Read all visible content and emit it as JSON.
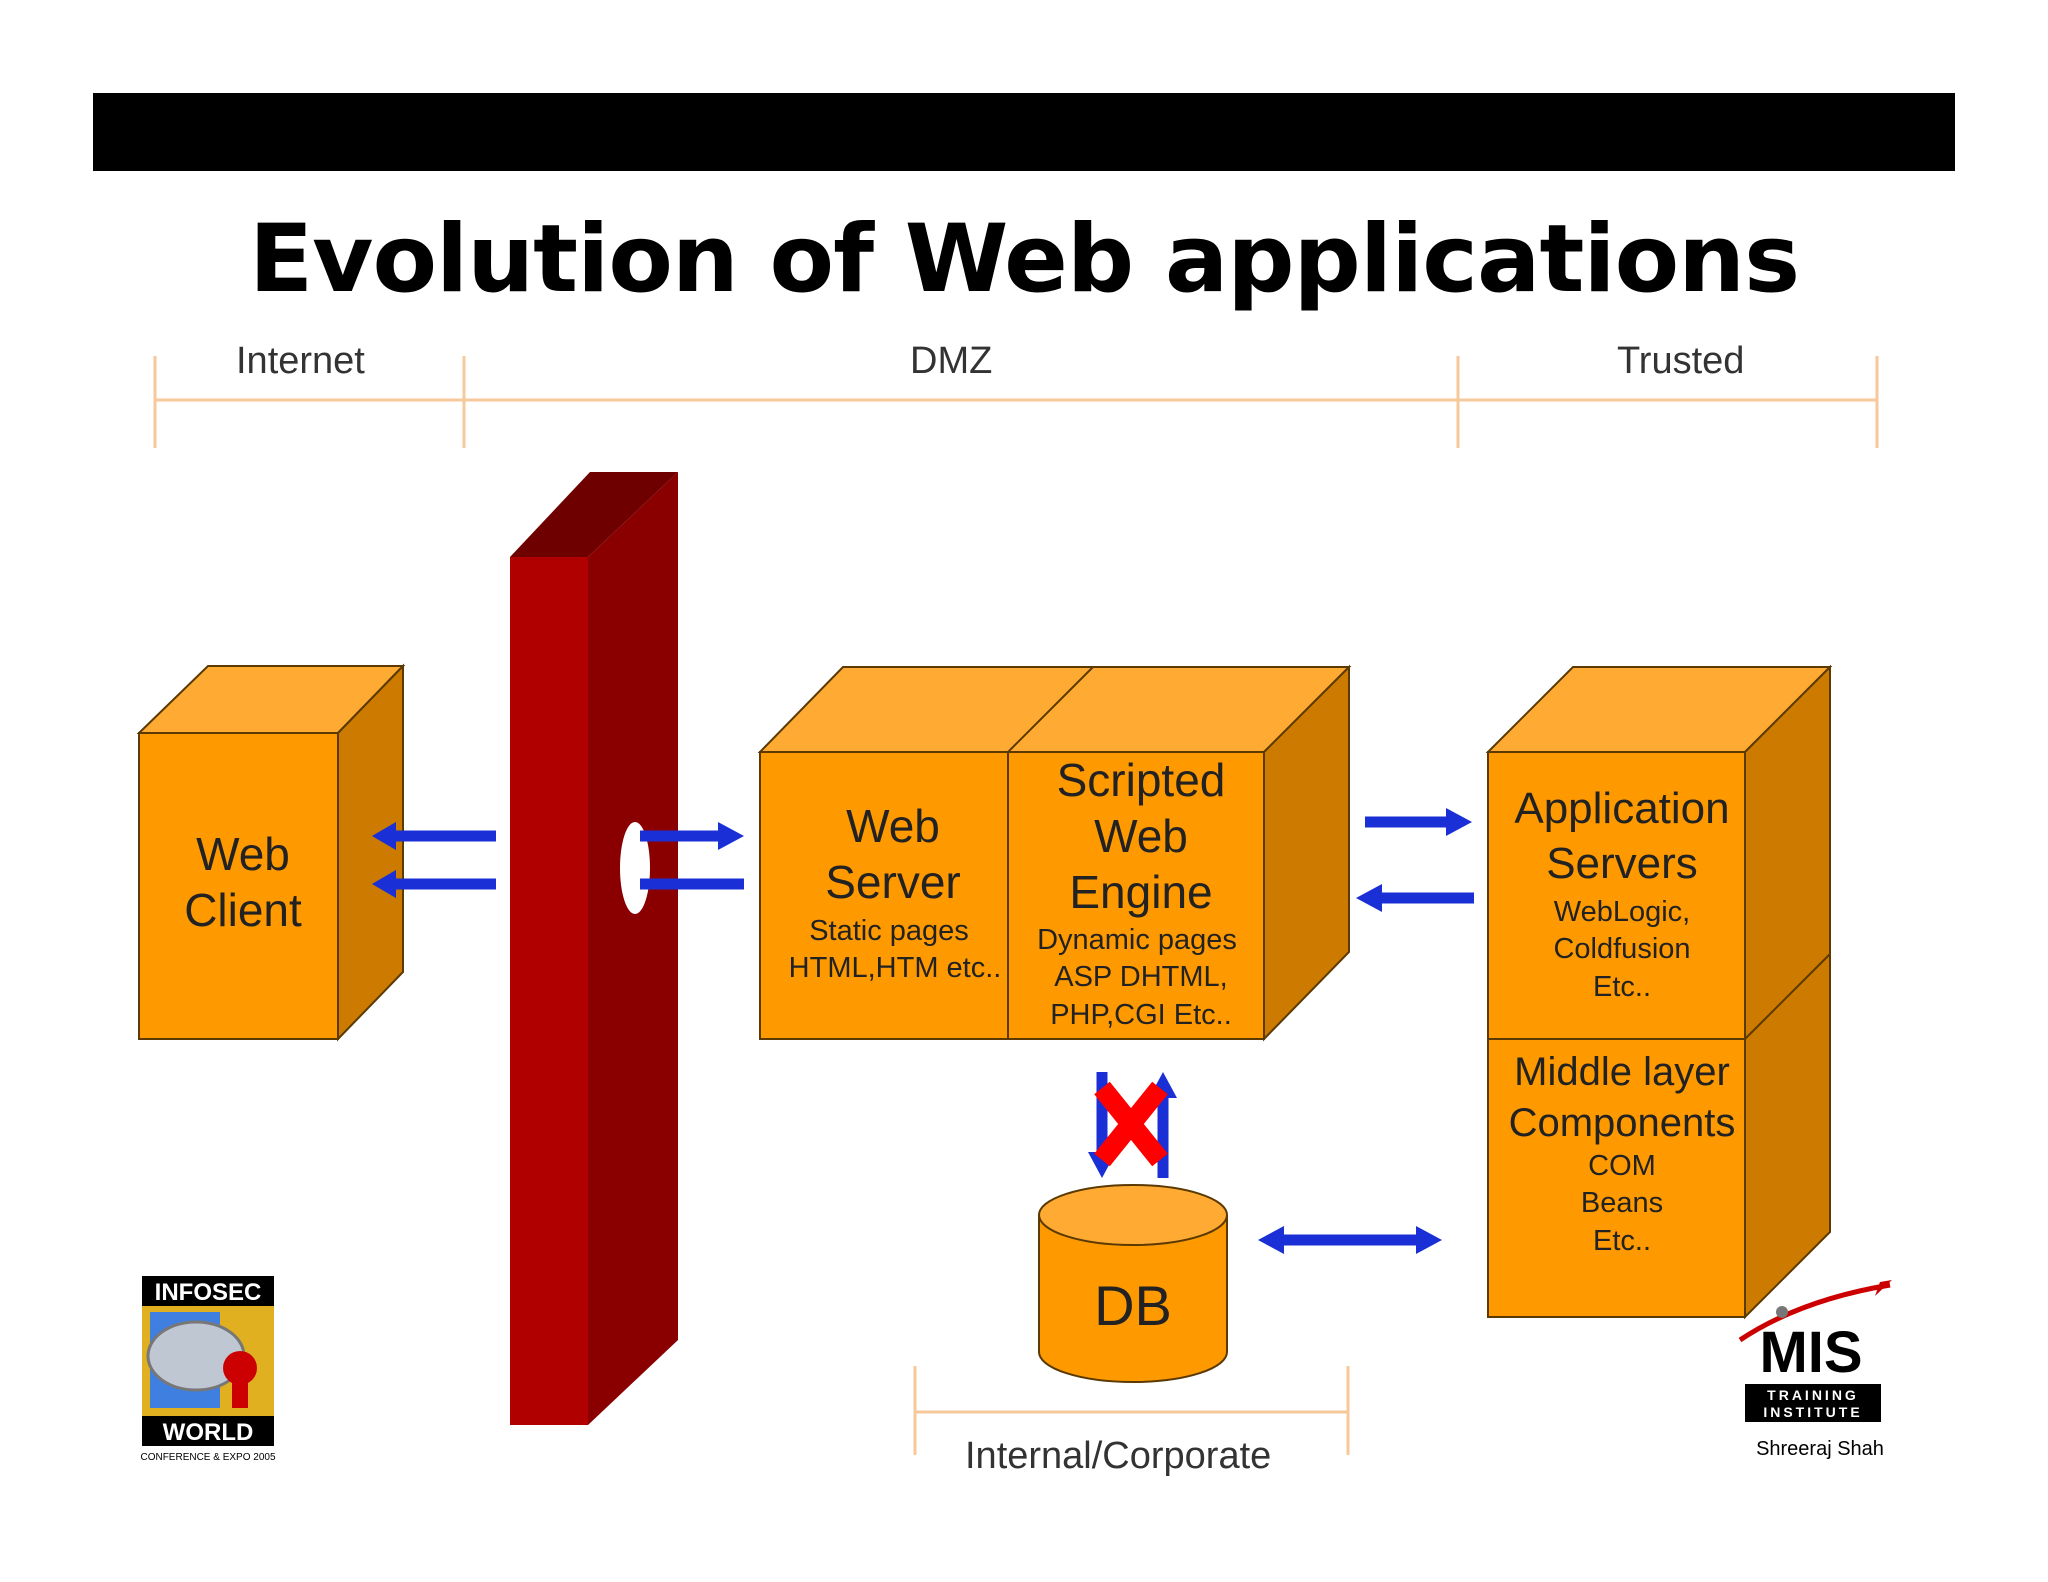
{
  "title": "Evolution of Web applications",
  "zones": {
    "internet": "Internet",
    "dmz": "DMZ",
    "trusted": "Trusted",
    "internal": "Internal/Corporate"
  },
  "boxes": {
    "web_client": [
      "Web",
      "Client"
    ],
    "web_server": {
      "title": [
        "Web",
        "Server"
      ],
      "detail": [
        "Static pages",
        "HTML,HTM etc.."
      ]
    },
    "scripted_engine": {
      "title": [
        "Scripted",
        "Web",
        "Engine"
      ],
      "detail": [
        "Dynamic pages",
        "ASP DHTML,",
        "PHP,CGI Etc.."
      ]
    },
    "app_servers": {
      "title": [
        "Application",
        "Servers"
      ],
      "detail": [
        "WebLogic,",
        "Coldfusion",
        "Etc.."
      ]
    },
    "middle_layer": {
      "title": [
        "Middle layer",
        "Components"
      ],
      "detail": [
        "COM",
        "Beans",
        "Etc.."
      ]
    },
    "db": "DB"
  },
  "logos": {
    "infosec_top": "INFOSEC",
    "infosec_bottom": "WORLD",
    "infosec_sub": "CONFERENCE & EXPO 2005",
    "mis": "MIS",
    "mis_sub1": "TRAINING",
    "mis_sub2": "INSTITUTE",
    "author": "Shreeraj Shah"
  },
  "colors": {
    "box_front": "#FF9900",
    "box_top": "#FFAA33",
    "box_side": "#CC7A00",
    "firewall_front": "#B00000",
    "firewall_side": "#8A0000",
    "firewall_top": "#6E0000",
    "arrow": "#1A2FD6",
    "blocked_x": "#FF0000",
    "zone_line": "#F7C99A"
  }
}
